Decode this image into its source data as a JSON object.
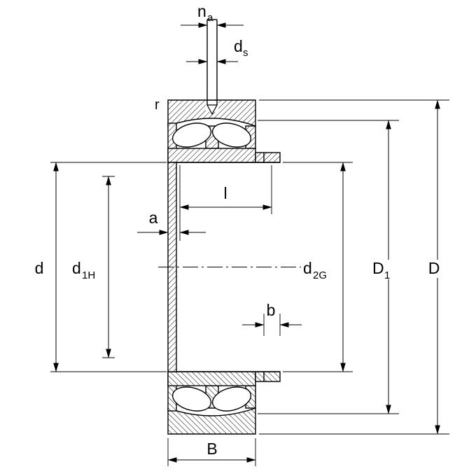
{
  "colors": {
    "line": "#000000",
    "background": "#ffffff"
  },
  "labels": {
    "na": {
      "base": "n",
      "sub": "a"
    },
    "ds": {
      "base": "d",
      "sub": "s"
    },
    "r": "r",
    "l": "l",
    "a": "a",
    "d": "d",
    "d1h": {
      "base": "d",
      "sub": "1H"
    },
    "d2g": {
      "base": "d",
      "sub": "2G"
    },
    "b": "b",
    "D1": {
      "base": "D",
      "sub": "1"
    },
    "D": "D",
    "B": "B"
  }
}
